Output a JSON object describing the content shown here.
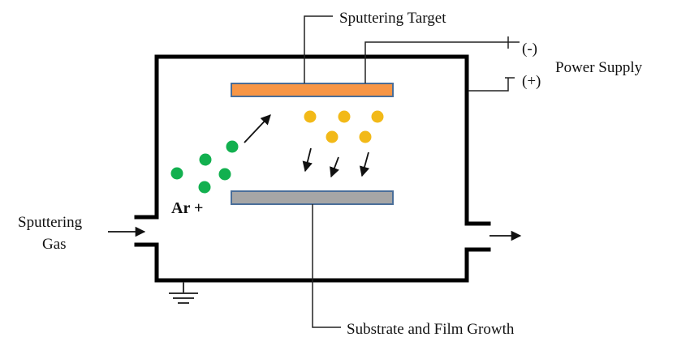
{
  "labels": {
    "target": "Sputtering Target",
    "power_supply": "Power Supply",
    "minus": "(-)",
    "plus": "(+)",
    "gas_line1": "Sputtering",
    "gas_line2": "Gas",
    "ion": "Ar +",
    "substrate": "Substrate and Film Growth"
  },
  "colors": {
    "chamber": "#000000",
    "target_fill": "#f79646",
    "target_stroke": "#4a6e99",
    "substrate_fill": "#a6a6a6",
    "substrate_stroke": "#4a6e99",
    "argon_ion": "#12b04f",
    "sputtered_atom": "#f2b918",
    "leader_line": "#222222"
  },
  "icons": {
    "ground": "ground-symbol-icon",
    "gas_in": "arrow-right-icon",
    "exhaust": "arrow-right-icon"
  }
}
